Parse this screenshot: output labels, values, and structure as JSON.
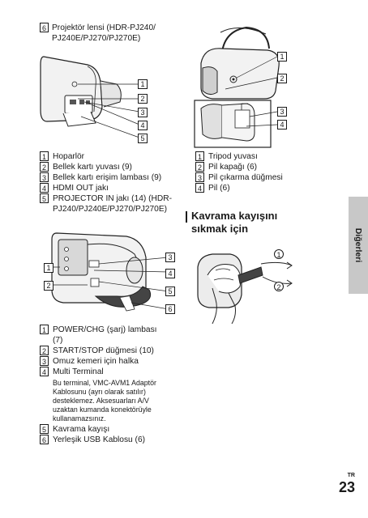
{
  "intro_item": {
    "num": "6",
    "line1": "Projektör lensi (HDR-PJ240/",
    "line2": "PJ240E/PJ270/PJ270E)"
  },
  "list_a": [
    {
      "num": "1",
      "text": "Hoparlör"
    },
    {
      "num": "2",
      "text": "Bellek kartı yuvası (9)"
    },
    {
      "num": "3",
      "text": "Bellek kartı erişim lambası (9)"
    },
    {
      "num": "4",
      "text": "HDMI OUT jakı"
    },
    {
      "num": "5",
      "text": "PROJECTOR IN jakı (14) (HDR-",
      "text2": "PJ240/PJ240E/PJ270/PJ270E)"
    }
  ],
  "list_b": [
    {
      "num": "1",
      "text": "Tripod yuvası"
    },
    {
      "num": "2",
      "text": "Pil kapağı (6)"
    },
    {
      "num": "3",
      "text": "Pil çıkarma düğmesi"
    },
    {
      "num": "4",
      "text": "Pil (6)"
    }
  ],
  "list_c": [
    {
      "num": "1",
      "text": "POWER/CHG (şarj) lambası",
      "text2": "(7)"
    },
    {
      "num": "2",
      "text": "START/STOP düğmesi (10)"
    },
    {
      "num": "3",
      "text": "Omuz kemeri için halka"
    },
    {
      "num": "4",
      "text": "Multi Terminal",
      "note": "Bu terminal, VMC-AVM1 Adaptör Kablosunu (ayrı olarak satılır) desteklemez. Aksesuarları A/V uzaktan kumanda konektörüyle kullanamazsınız."
    },
    {
      "num": "5",
      "text": "Kavrama kayışı"
    },
    {
      "num": "6",
      "text": "Yerleşik USB Kablosu (6)"
    }
  ],
  "heading": {
    "line1": "Kavrama kayışını",
    "line2": "sıkmak için"
  },
  "callouts_fig1": [
    "1",
    "2",
    "3",
    "4",
    "5"
  ],
  "callouts_fig2": [
    "1",
    "2",
    "3",
    "4"
  ],
  "callouts_fig3": [
    "1",
    "2",
    "3",
    "4",
    "5",
    "6"
  ],
  "grip_steps": [
    "1",
    "2"
  ],
  "side_tab": "Diğerleri",
  "page": {
    "lang": "TR",
    "number": "23"
  }
}
